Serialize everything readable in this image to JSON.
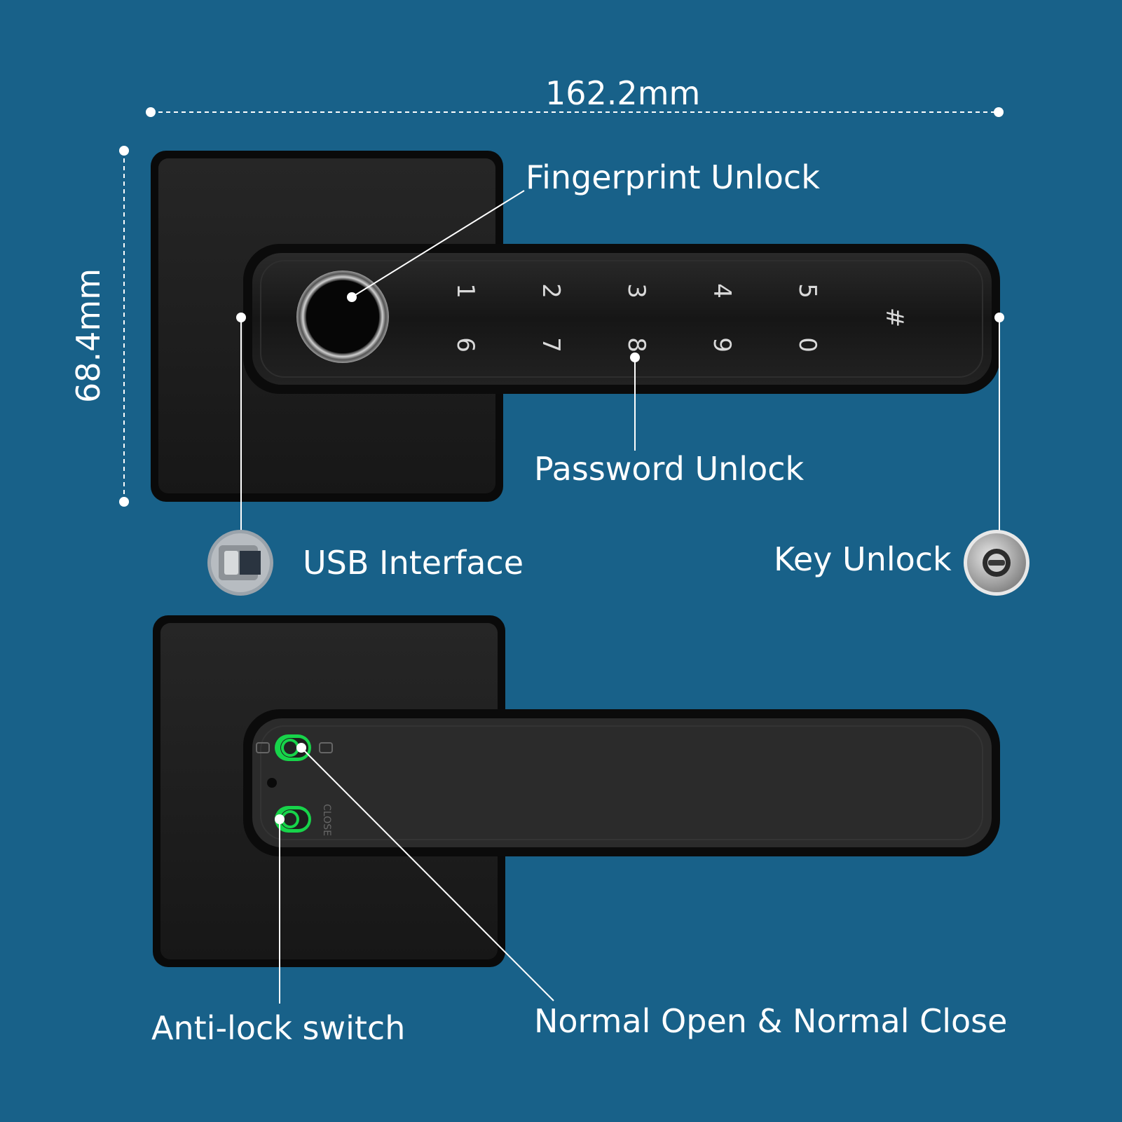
{
  "dimensions": {
    "width_label": "162.2mm",
    "height_label": "68.4mm"
  },
  "callouts": {
    "fingerprint": "Fingerprint Unlock",
    "password": "Password Unlock",
    "usb": "USB Interface",
    "key": "Key Unlock",
    "anti_lock": "Anti-lock switch",
    "normal_open_close": "Normal Open & Normal Close"
  },
  "keypad": {
    "top_row": [
      "1",
      "2",
      "3",
      "4",
      "5"
    ],
    "bottom_row": [
      "6",
      "7",
      "8",
      "9",
      "0"
    ],
    "hash": "#"
  },
  "switch_label": "CLOSE",
  "colors": {
    "background": "#186189",
    "lock_body": "#1c1c1c",
    "switch_accent": "#17d44a",
    "text": "#ffffff"
  }
}
